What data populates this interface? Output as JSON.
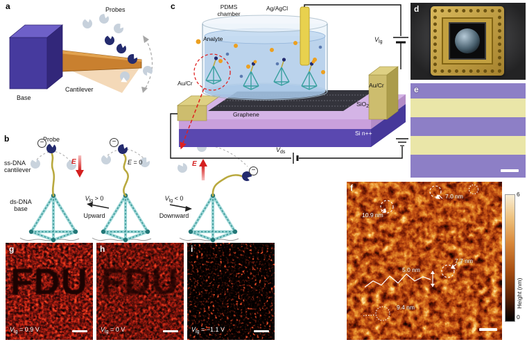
{
  "figure": {
    "bg": "#ffffff"
  },
  "colors": {
    "field_arrow_red": "#d42222",
    "tetrahedron_teal": "#9bd6d6",
    "probe_navy": "#242b6e",
    "cantilever_orange": "#c9802f",
    "base_purple": "#463a9e",
    "electrode_gold": "#cdbd6e",
    "analyte_orange": "#eca020",
    "afm_mid_orange": "#bf5414",
    "fluorescence_red": "#a02818",
    "stripe_purple": "#8d7fc6",
    "stripe_yellow": "#eae6a8"
  },
  "panels": {
    "a": {
      "label": "a",
      "probes": "Probes",
      "base": "Base",
      "cantilever": "Cantilever"
    },
    "b": {
      "label": "b",
      "probe": "Probe",
      "minus": "−",
      "ss_dna": {
        "line1": "ss-DNA",
        "line2": "cantilever"
      },
      "ds_dna": {
        "line1": "ds-DNA",
        "line2": "base"
      },
      "e_field": "E",
      "e_zero": {
        "e": "E",
        "rest": " = 0"
      },
      "vlg_pos": {
        "v": "V",
        "sub": "lg",
        "rest": " > 0"
      },
      "upward": "Upward",
      "vlg_neg": {
        "v": "V",
        "sub": "lg",
        "rest": " < 0"
      },
      "downward": "Downward"
    },
    "c": {
      "label": "c",
      "pdms": {
        "line1": "PDMS",
        "line2": "chamber"
      },
      "ag_agcl": "Ag/AgCl",
      "analyte": "Analyte",
      "au_cr_left": "Au/Cr",
      "au_cr_right": "Au/Cr",
      "graphene": "Graphene",
      "sio2": {
        "base": "SiO",
        "sub": "2"
      },
      "si": "Si n++",
      "vlg": {
        "v": "V",
        "sub": "lg"
      },
      "vds": {
        "v": "V",
        "sub": "ds"
      }
    },
    "d": {
      "label": "d"
    },
    "e": {
      "label": "e"
    },
    "f": {
      "label": "f",
      "annotations": {
        "a1": "7.0 nm",
        "a2": "10.9 nm",
        "a3": "7.7 nm",
        "a4": "5.0 nm",
        "a5": "9.4 nm"
      },
      "colorbar": {
        "max": "6",
        "min": "0",
        "label": "Height (nm)"
      }
    },
    "g": {
      "label": "g",
      "pattern_text": "FDU",
      "voltage": {
        "v": "V",
        "sub": "lg",
        "rest": " = 0.9 V"
      }
    },
    "h": {
      "label": "h",
      "pattern_text": "FDU",
      "voltage": {
        "v": "V",
        "sub": "lg",
        "rest": " = 0 V"
      }
    },
    "i": {
      "label": "i",
      "voltage": {
        "v": "V",
        "sub": "lg",
        "rest": " = −1.1 V"
      }
    }
  }
}
